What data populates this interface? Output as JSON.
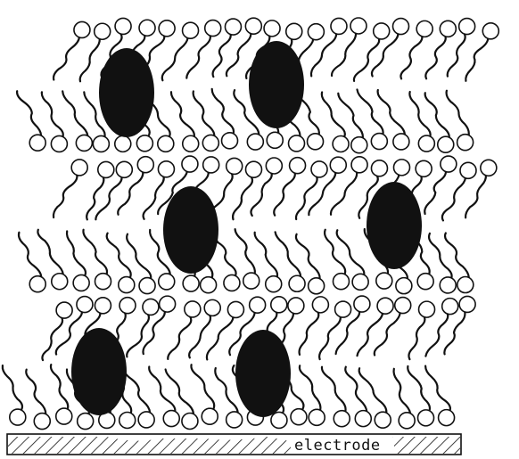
{
  "diagram": {
    "electrode_label": "electrode",
    "colors": {
      "ink": "#111111",
      "background": "#ffffff",
      "protein": "#111111"
    },
    "layers": [
      {
        "name": "bilayer-1",
        "head_rows": [
          "top",
          "bottom"
        ]
      },
      {
        "name": "bilayer-2",
        "head_rows": [
          "top",
          "bottom"
        ]
      },
      {
        "name": "bilayer-3",
        "head_rows": [
          "top",
          "bottom"
        ]
      }
    ],
    "inclusion_count": 6
  }
}
